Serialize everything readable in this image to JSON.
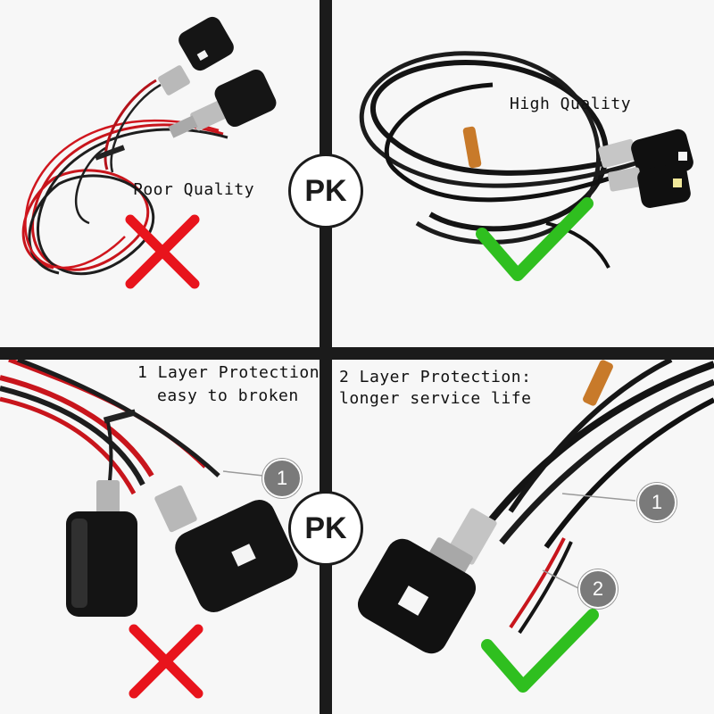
{
  "pk_top": "PK",
  "pk_bottom": "PK",
  "top_left": {
    "label": "Poor Quality",
    "mark": "red-cross-icon"
  },
  "top_right": {
    "label": "High Quality",
    "mark": "green-check-icon"
  },
  "bottom_left": {
    "label_line1": "1 Layer Protection:",
    "label_line2": "easy to broken",
    "callouts": [
      "1"
    ],
    "mark": "red-cross-icon"
  },
  "bottom_right": {
    "label_line1": "2 Layer Protection:",
    "label_line2": "longer service life",
    "callouts": [
      "1",
      "2"
    ],
    "mark": "green-check-icon"
  },
  "colors": {
    "cross": "#e8141c",
    "check": "#2fbf1f",
    "divider": "#1b1b1b",
    "callout": "#7a7a7a"
  }
}
